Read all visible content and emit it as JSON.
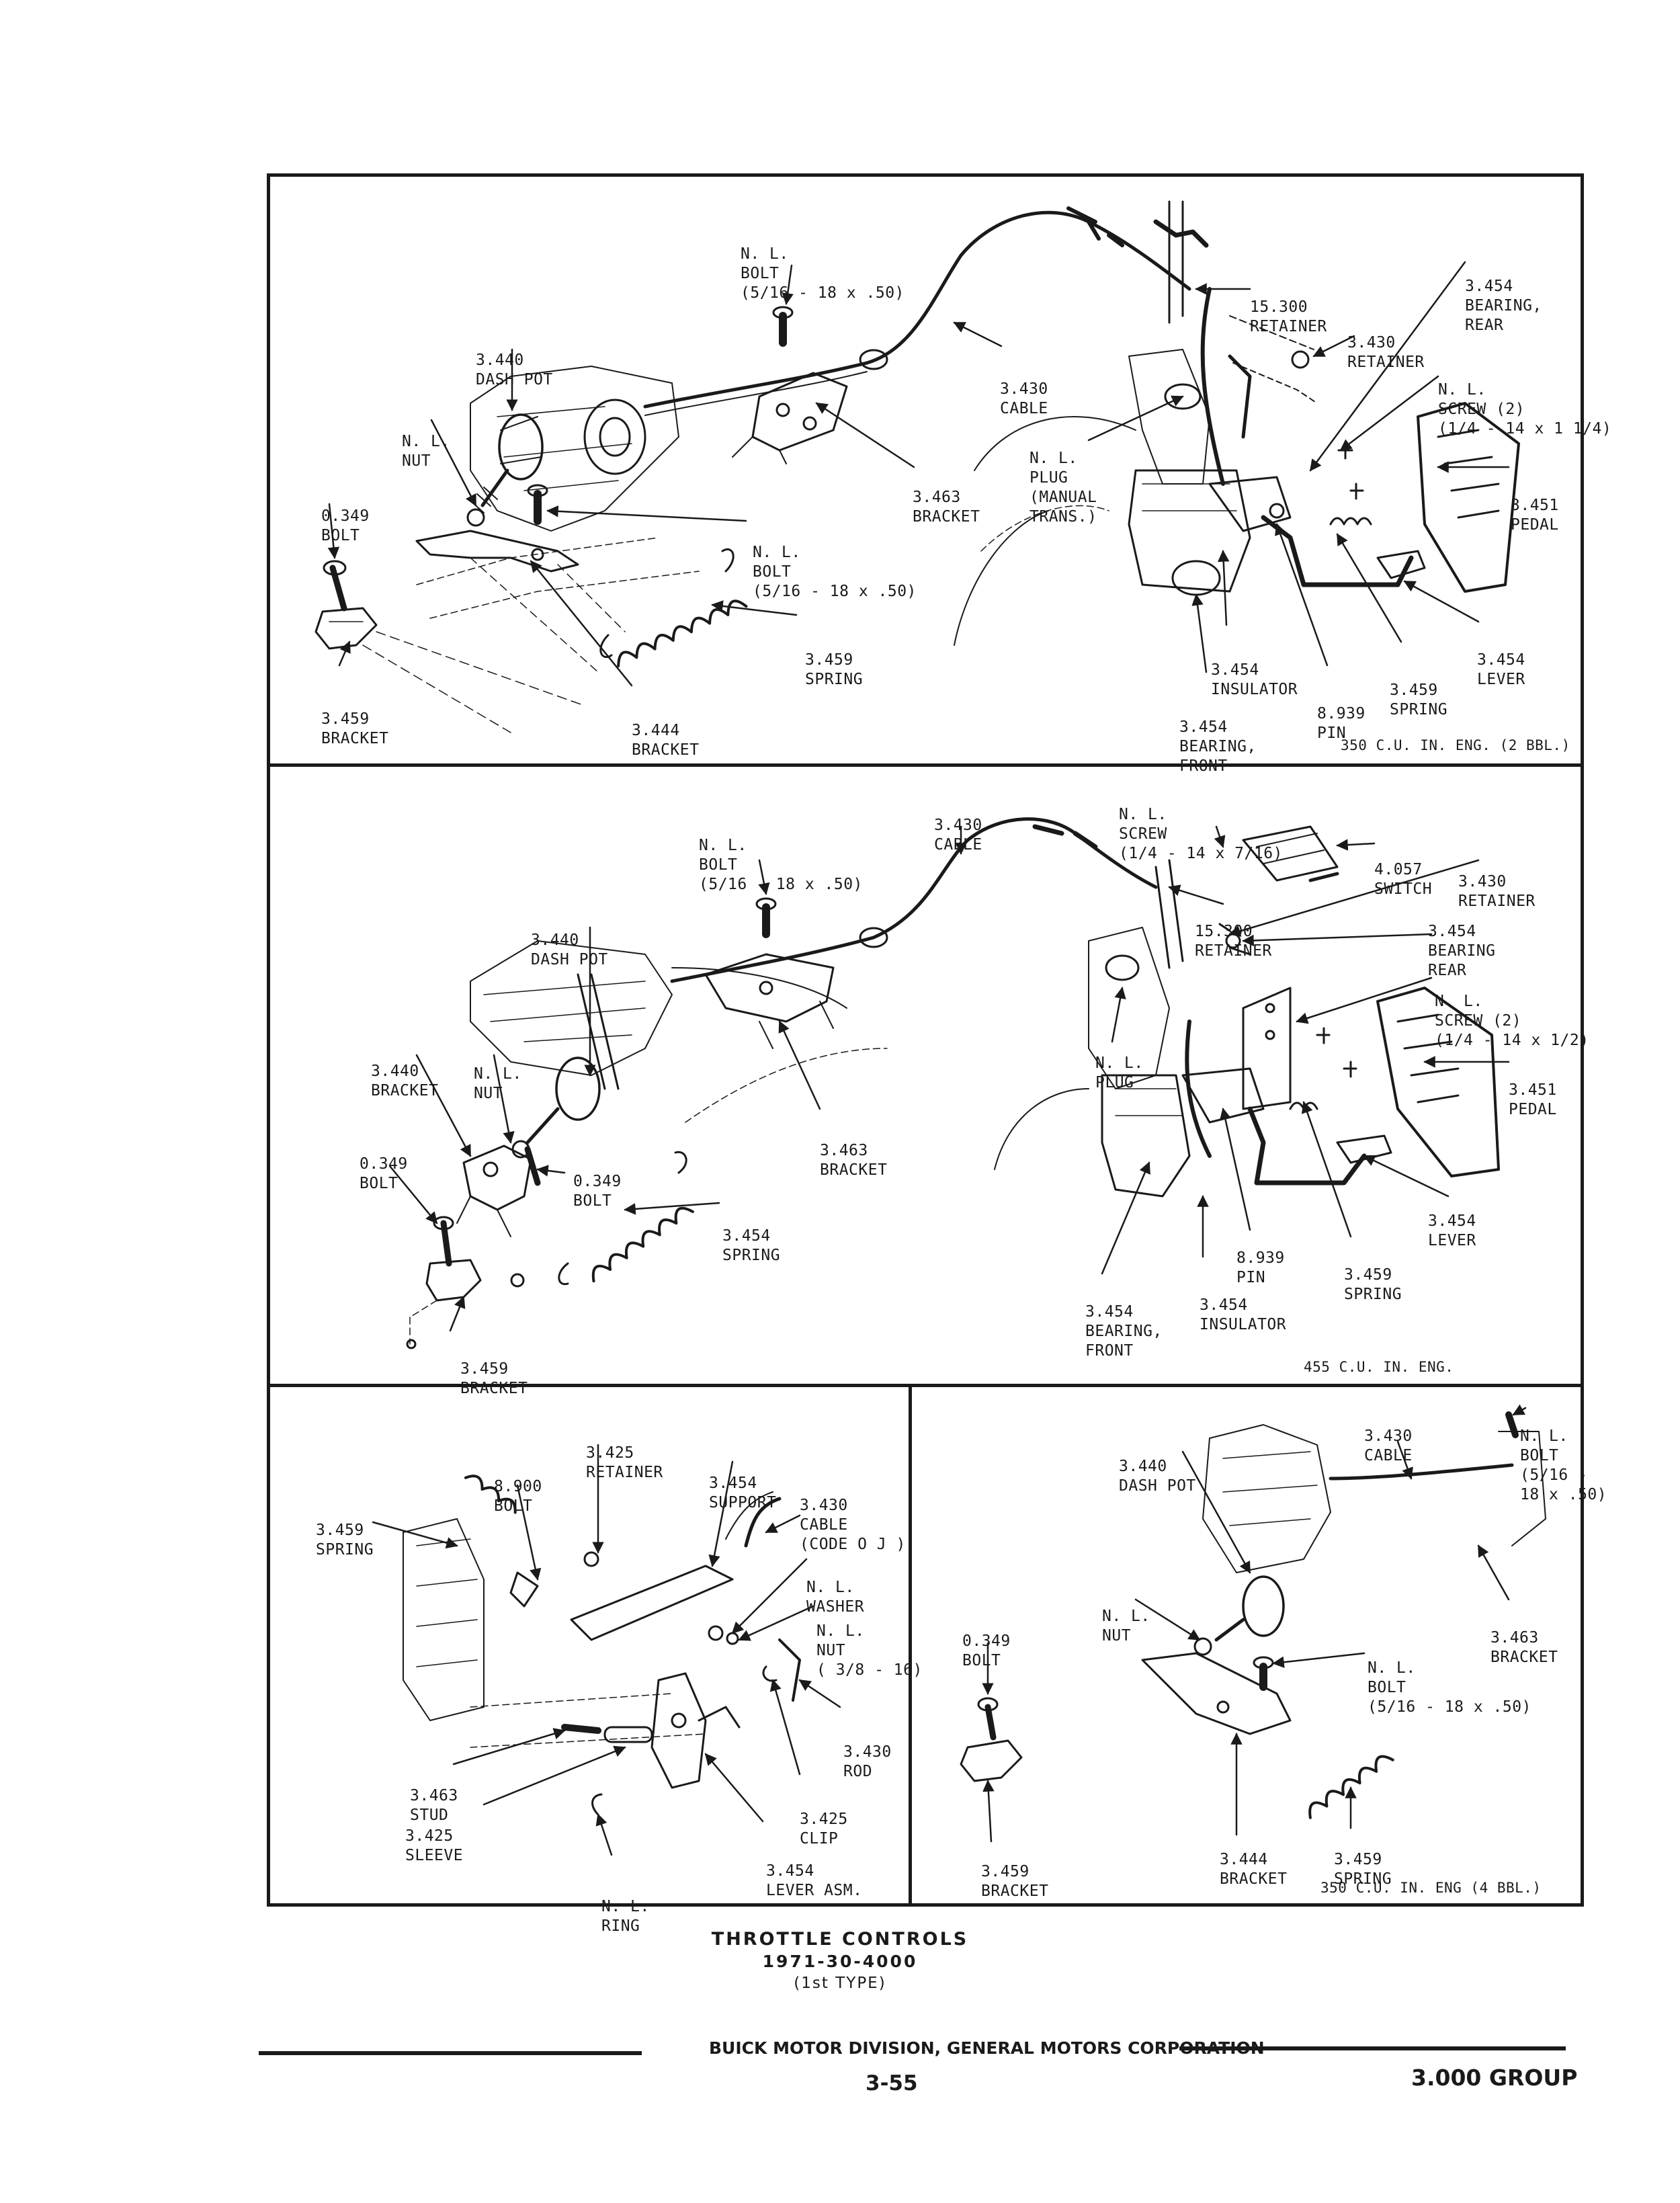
{
  "panels": {
    "top": {
      "caption": "350 C.U. IN. ENG. (2 BBL.)",
      "labels": [
        {
          "id": "nl-bolt-1",
          "lines": [
            "N. L.",
            "BOLT",
            "(5/16 - 18 x .50)"
          ]
        },
        {
          "id": "dashpot",
          "lines": [
            "3.440",
            "DASH POT"
          ]
        },
        {
          "id": "nl-nut",
          "lines": [
            "N. L.",
            "NUT"
          ]
        },
        {
          "id": "bolt-0349",
          "lines": [
            "0.349",
            "BOLT"
          ]
        },
        {
          "id": "bracket-3459",
          "lines": [
            "3.459",
            "BRACKET"
          ]
        },
        {
          "id": "bracket-3444",
          "lines": [
            "3.444",
            "BRACKET"
          ]
        },
        {
          "id": "nl-bolt-2",
          "lines": [
            "N. L.",
            "BOLT",
            "(5/16 - 18 x .50)"
          ]
        },
        {
          "id": "spring-3459",
          "lines": [
            "3.459",
            "SPRING"
          ]
        },
        {
          "id": "bracket-3463",
          "lines": [
            "3.463",
            "BRACKET"
          ]
        },
        {
          "id": "cable-3430",
          "lines": [
            "3.430",
            "CABLE"
          ]
        },
        {
          "id": "nl-plug",
          "lines": [
            "N. L.",
            "PLUG",
            "(MANUAL",
            "TRANS.)"
          ]
        },
        {
          "id": "retainer-15300",
          "lines": [
            "15.300",
            "RETAINER"
          ]
        },
        {
          "id": "retainer-3430",
          "lines": [
            "3.430",
            "RETAINER"
          ]
        },
        {
          "id": "bearing-rear",
          "lines": [
            "3.454",
            "BEARING,",
            "REAR"
          ]
        },
        {
          "id": "nl-screw",
          "lines": [
            "N. L.",
            "SCREW (2)",
            "(1/4 - 14 x 1 1/4)"
          ]
        },
        {
          "id": "pedal",
          "lines": [
            "3.451",
            "PEDAL"
          ]
        },
        {
          "id": "lever",
          "lines": [
            "3.454",
            "LEVER"
          ]
        },
        {
          "id": "spring-pedal",
          "lines": [
            "3.459",
            "SPRING"
          ]
        },
        {
          "id": "pin",
          "lines": [
            "8.939",
            "PIN"
          ]
        },
        {
          "id": "insulator",
          "lines": [
            "3.454",
            "INSULATOR"
          ]
        },
        {
          "id": "bearing-front",
          "lines": [
            "3.454",
            "BEARING,",
            "FRONT"
          ]
        }
      ]
    },
    "middle": {
      "caption": "455 C.U. IN. ENG.",
      "labels": [
        {
          "id": "cable",
          "lines": [
            "3.430",
            "CABLE"
          ]
        },
        {
          "id": "nl-bolt",
          "lines": [
            "N. L.",
            "BOLT",
            "(5/16 - 18 x .50)"
          ]
        },
        {
          "id": "nl-screw-1",
          "lines": [
            "N. L.",
            "SCREW",
            "(1/4 - 14 x 7/16)"
          ]
        },
        {
          "id": "switch",
          "lines": [
            "4.057",
            "SWITCH"
          ]
        },
        {
          "id": "retainer-3430",
          "lines": [
            "3.430",
            "RETAINER"
          ]
        },
        {
          "id": "retainer-15300",
          "lines": [
            "15.300",
            "RETAINER"
          ]
        },
        {
          "id": "bearing-rear",
          "lines": [
            "3.454",
            "BEARING",
            "REAR"
          ]
        },
        {
          "id": "nl-screw-2",
          "lines": [
            "N. L.",
            "SCREW (2)",
            "(1/4 - 14 x 1/2)"
          ]
        },
        {
          "id": "pedal",
          "lines": [
            "3.451",
            "PEDAL"
          ]
        },
        {
          "id": "lever",
          "lines": [
            "3.454",
            "LEVER"
          ]
        },
        {
          "id": "spring-pedal",
          "lines": [
            "3.459",
            "SPRING"
          ]
        },
        {
          "id": "pin",
          "lines": [
            "8.939",
            "PIN"
          ]
        },
        {
          "id": "insulator",
          "lines": [
            "3.454",
            "INSULATOR"
          ]
        },
        {
          "id": "bearing-front",
          "lines": [
            "3.454",
            "BEARING,",
            "FRONT"
          ]
        },
        {
          "id": "nl-plug",
          "lines": [
            "N. L.",
            "PLUG"
          ]
        },
        {
          "id": "bracket-3463",
          "lines": [
            "3.463",
            "BRACKET"
          ]
        },
        {
          "id": "spring-3454",
          "lines": [
            "3.454",
            "SPRING"
          ]
        },
        {
          "id": "dashpot",
          "lines": [
            "3.440",
            "DASH POT"
          ]
        },
        {
          "id": "bracket-3440",
          "lines": [
            "3.440",
            "BRACKET"
          ]
        },
        {
          "id": "nl-nut",
          "lines": [
            "N. L.",
            "NUT"
          ]
        },
        {
          "id": "bolt-0349-a",
          "lines": [
            "0.349",
            "BOLT"
          ]
        },
        {
          "id": "bolt-0349-b",
          "lines": [
            "0.349",
            "BOLT"
          ]
        },
        {
          "id": "bracket-3459",
          "lines": [
            "3.459",
            "BRACKET"
          ]
        }
      ]
    },
    "bottom_left": {
      "labels": [
        {
          "id": "retainer",
          "lines": [
            "3.425",
            "RETAINER"
          ]
        },
        {
          "id": "bolt-8900",
          "lines": [
            "8.900",
            "BOLT"
          ]
        },
        {
          "id": "support",
          "lines": [
            "3.454",
            "SUPPORT"
          ]
        },
        {
          "id": "cable",
          "lines": [
            "3.430",
            "CABLE",
            "(CODE O J )"
          ]
        },
        {
          "id": "spring",
          "lines": [
            "3.459",
            "SPRING"
          ]
        },
        {
          "id": "nl-washer",
          "lines": [
            "N. L.",
            "WASHER"
          ]
        },
        {
          "id": "nl-nut",
          "lines": [
            "N. L.",
            "NUT",
            "( 3/8 - 16)"
          ]
        },
        {
          "id": "rod",
          "lines": [
            "3.430",
            "ROD"
          ]
        },
        {
          "id": "clip",
          "lines": [
            "3.425",
            "CLIP"
          ]
        },
        {
          "id": "lever-asm",
          "lines": [
            "3.454",
            "LEVER ASM."
          ]
        },
        {
          "id": "nl-ring",
          "lines": [
            "N. L.",
            "RING"
          ]
        },
        {
          "id": "stud",
          "lines": [
            "3.463",
            "STUD"
          ]
        },
        {
          "id": "sleeve",
          "lines": [
            "3.425",
            "SLEEVE"
          ]
        }
      ]
    },
    "bottom_right": {
      "caption": "350 C.U. IN. ENG (4 BBL.)",
      "labels": [
        {
          "id": "dashpot",
          "lines": [
            "3.440",
            "DASH POT"
          ]
        },
        {
          "id": "cable",
          "lines": [
            "3.430",
            "CABLE"
          ]
        },
        {
          "id": "nl-bolt-top",
          "lines": [
            "N. L.",
            "BOLT",
            "(5/16 -",
            "18 x .50)"
          ]
        },
        {
          "id": "bracket-3463",
          "lines": [
            "3.463",
            "BRACKET"
          ]
        },
        {
          "id": "nl-nut",
          "lines": [
            "N. L.",
            "NUT"
          ]
        },
        {
          "id": "nl-bolt",
          "lines": [
            "N. L.",
            "BOLT",
            "(5/16 - 18 x .50)"
          ]
        },
        {
          "id": "bolt-0349",
          "lines": [
            "0.349",
            "BOLT"
          ]
        },
        {
          "id": "bracket-3459",
          "lines": [
            "3.459",
            "BRACKET"
          ]
        },
        {
          "id": "bracket-3444",
          "lines": [
            "3.444",
            "BRACKET"
          ]
        },
        {
          "id": "spring",
          "lines": [
            "3.459",
            "SPRING"
          ]
        }
      ]
    }
  },
  "title": {
    "line1": "THROTTLE CONTROLS",
    "line2": "1971-30-4000",
    "line3": "(1st TYPE)"
  },
  "footer": {
    "company": "BUICK MOTOR DIVISION, GENERAL MOTORS CORPORATION",
    "page": "3-55",
    "group": "3.000 GROUP"
  }
}
